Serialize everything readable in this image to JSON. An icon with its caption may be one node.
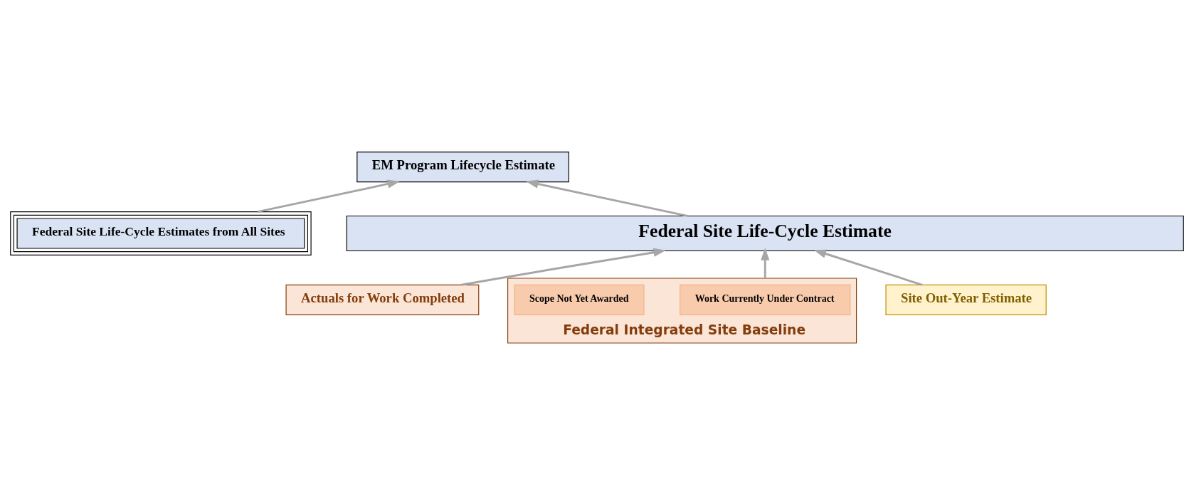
{
  "diagram": {
    "nodes": [
      {
        "text": [
          "EM Program Lifecycle Estimate"
        ]
      },
      {
        "text": [
          "Federal Site Life-Cycle Estimates from All Sites"
        ]
      },
      {
        "text": [
          "Federal Site Life-Cycle Estimate"
        ]
      },
      {
        "text": [
          "Actuals for Work Completed"
        ]
      },
      {
        "text": [
          "Federal Integrated Site Baseline"
        ]
      },
      {
        "text": [
          "Work Currently Under Contract"
        ],
        "in": 4
      },
      {
        "text": [
          "Scope Not Yet Awarded"
        ],
        "in": 4
      },
      {
        "text": [
          "Site Out-Year Estimate"
        ]
      }
    ],
    "edges": [
      {
        "from": 1,
        "to": 0,
        "arrow": "to"
      },
      {
        "from": 2,
        "to": 0,
        "arrow": "to"
      },
      {
        "from": 3,
        "to": 2,
        "arrow": "to"
      },
      {
        "from": 4,
        "to": 2,
        "arrow": "to"
      },
      {
        "from": 7,
        "to": 2,
        "arrow": "to"
      }
    ]
  }
}
